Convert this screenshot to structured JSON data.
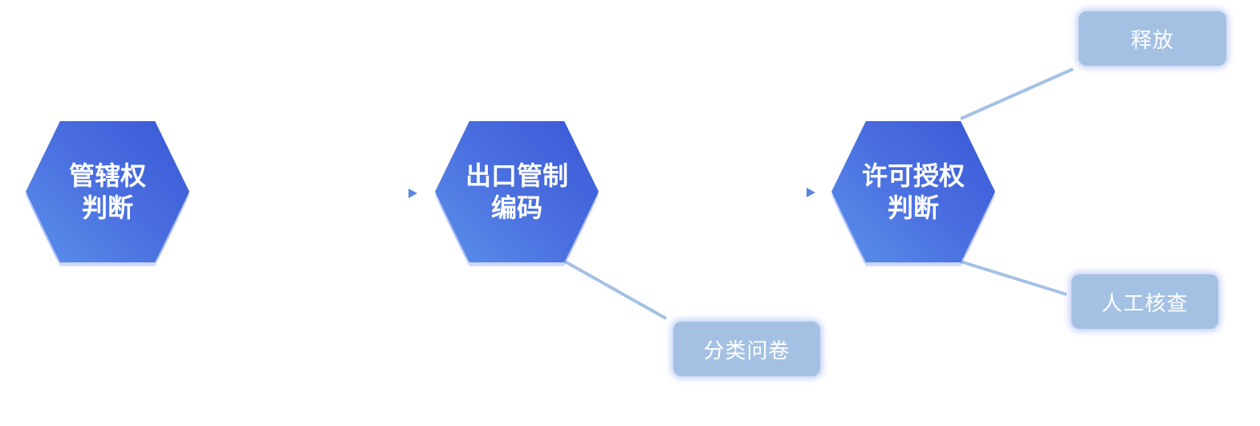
{
  "nodes": {
    "jurisdiction": {
      "label": "管辖权\n判断"
    },
    "eccn": {
      "label": "出口管制\n编码"
    },
    "license": {
      "label": "许可授权\n判断"
    }
  },
  "branches": {
    "release": {
      "label": "释放"
    },
    "manual_review": {
      "label": "人工核查"
    },
    "questionnaire": {
      "label": "分类问卷"
    }
  },
  "colors": {
    "hex_dark": "#3a58d6",
    "hex_light": "#5b91ea",
    "box_fill": "#a4c1e4",
    "connector": "#a4c1e4",
    "arrow": "#5a86e0"
  }
}
